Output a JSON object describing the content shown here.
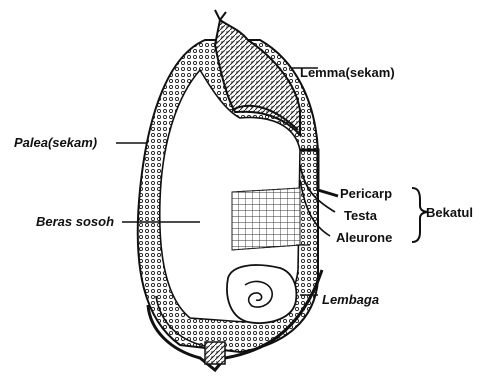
{
  "diagram": {
    "labels": {
      "lemma": "Lemma(sekam)",
      "palea": "Palea(sekam)",
      "beras_sosoh": "Beras sosoh",
      "pericarp": "Pericarp",
      "testa": "Testa",
      "aleurone": "Aleurone",
      "bekatul": "Bekatul",
      "lembaga": "Lembaga"
    }
  }
}
